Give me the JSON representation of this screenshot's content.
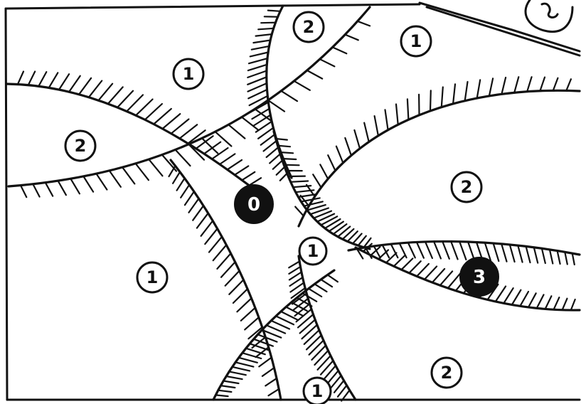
{
  "diagram": {
    "line_color": "#111111",
    "background_color": "#ffffff",
    "marker_fill": "#111111",
    "labels": [
      {
        "id": "top-left-region",
        "text": "1",
        "style": "outline"
      },
      {
        "id": "left-lens",
        "text": "2",
        "style": "outline"
      },
      {
        "id": "top-lens",
        "text": "2",
        "style": "outline"
      },
      {
        "id": "top-right-region",
        "text": "1",
        "style": "outline"
      },
      {
        "id": "center-region",
        "text": "0",
        "style": "filled"
      },
      {
        "id": "right-region",
        "text": "2",
        "style": "outline"
      },
      {
        "id": "bottom-left-region",
        "text": "1",
        "style": "outline"
      },
      {
        "id": "small-center-region",
        "text": "1",
        "style": "outline"
      },
      {
        "id": "right-lens",
        "text": "3",
        "style": "filled"
      },
      {
        "id": "bottom-right-region",
        "text": "2",
        "style": "outline"
      },
      {
        "id": "bottom-center-region",
        "text": "1",
        "style": "outline"
      }
    ]
  }
}
